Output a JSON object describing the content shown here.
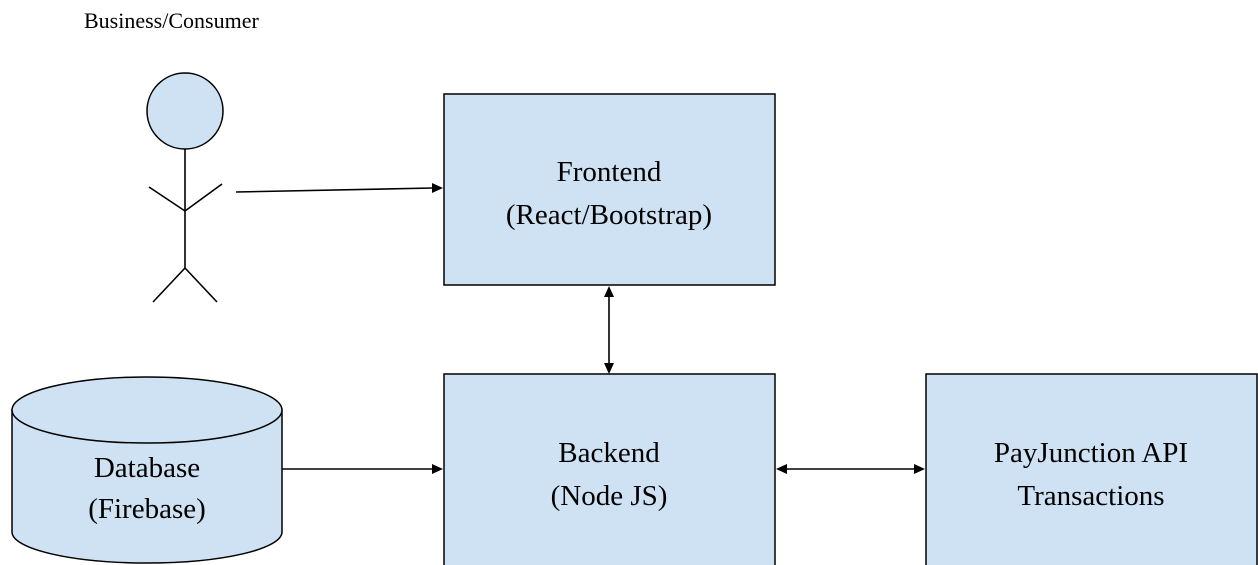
{
  "diagram": {
    "actor": {
      "label": "Business/Consumer"
    },
    "nodes": {
      "frontend": {
        "line1": "Frontend",
        "line2": "(React/Bootstrap)"
      },
      "backend": {
        "line1": "Backend",
        "line2": "(Node JS)"
      },
      "payjunction": {
        "line1": "PayJunction API",
        "line2": "Transactions"
      },
      "database": {
        "line1": "Database",
        "line2": "(Firebase)"
      }
    },
    "edges": [
      {
        "from": "actor",
        "to": "frontend",
        "direction": "forward"
      },
      {
        "from": "frontend",
        "to": "backend",
        "direction": "both"
      },
      {
        "from": "database",
        "to": "backend",
        "direction": "forward"
      },
      {
        "from": "backend",
        "to": "payjunction",
        "direction": "both"
      }
    ],
    "colors": {
      "node_fill": "#cfe2f3",
      "stroke": "#000000",
      "background": "#ffffff"
    }
  }
}
